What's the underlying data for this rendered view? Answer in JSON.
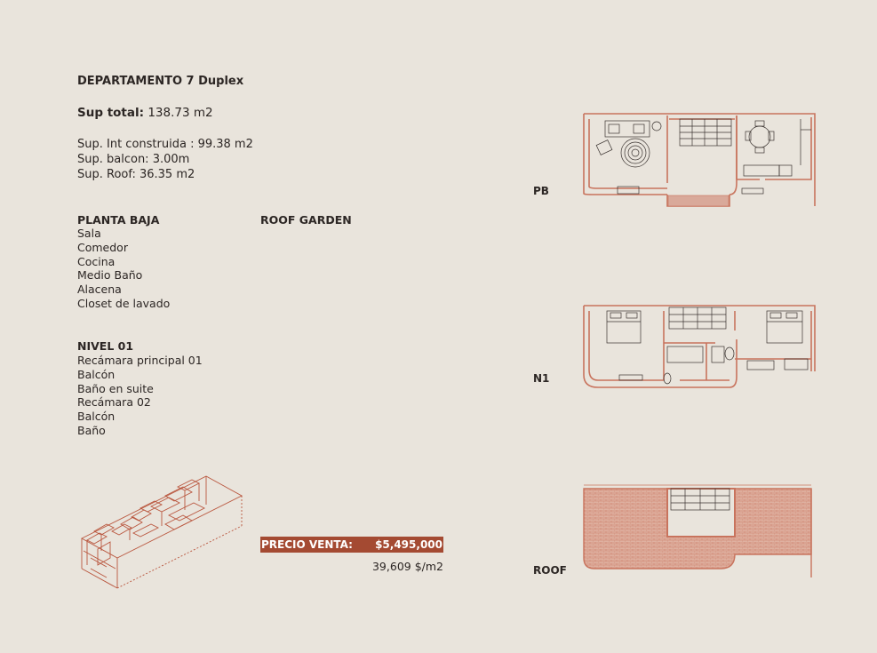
{
  "document": {
    "title": "DEPARTAMENTO 7 Duplex",
    "sup_total_label": "Sup total:",
    "sup_total_value": "138.73 m2",
    "sup_lines": [
      "Sup. Int construida : 99.38 m2",
      "Sup. balcon: 3.00m",
      "Sup. Roof: 36.35 m2"
    ]
  },
  "planta_baja": {
    "heading": "PLANTA BAJA",
    "items": [
      "Sala",
      "Comedor",
      "Cocina",
      "Medio Baño",
      "Alacena",
      "Closet de lavado"
    ]
  },
  "roof_garden": {
    "heading": "ROOF GARDEN"
  },
  "nivel_01": {
    "heading": "NIVEL 01",
    "items": [
      "Recámara principal 01",
      "Balcón",
      "Baño en suite",
      "Recámara 02",
      "Balcón",
      "Baño"
    ]
  },
  "price": {
    "label": "PRECIO VENTA:",
    "value": "$5,495,000",
    "per_m2": "39,609 $/m2"
  },
  "plans": {
    "pb_label": "PB",
    "n1_label": "N1",
    "roof_label": "ROOF"
  },
  "colors": {
    "background": "#e9e4dc",
    "accent": "#a44a32",
    "wall": "#c8735d",
    "text": "#2c2624"
  }
}
